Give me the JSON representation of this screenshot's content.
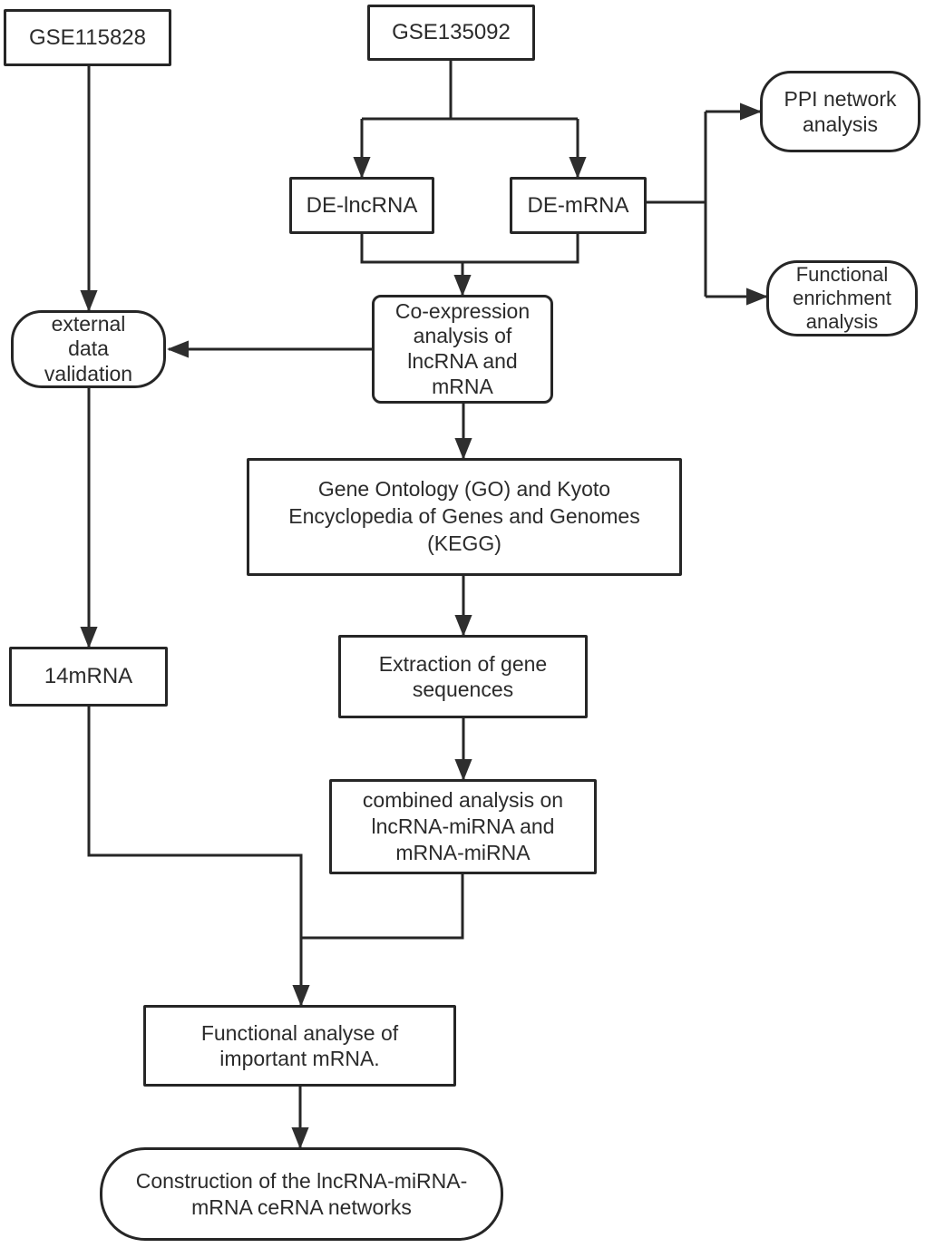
{
  "figure": {
    "type": "flowchart",
    "background": "#ffffff",
    "line_color": "#262626",
    "text_color": "#2b2b2b",
    "nodes": {
      "gse115828": {
        "label": "GSE115828",
        "shape": "rect"
      },
      "gse135092": {
        "label": "GSE135092",
        "shape": "rect"
      },
      "de_lncrna": {
        "label": "DE-lncRNA",
        "shape": "rect"
      },
      "de_mrna": {
        "label": "DE-mRNA",
        "shape": "rect"
      },
      "ppi_network": {
        "label": "PPI network\nanalysis",
        "shape": "stadium"
      },
      "functional_enrichment": {
        "label": "Functional\nenrichment\nanalysis",
        "shape": "stadium"
      },
      "external_validation": {
        "label": "external\ndata\nvalidation",
        "shape": "stadium"
      },
      "coexpression": {
        "label": "Co-expression\nanalysis of\nlncRNA and\nmRNA",
        "shape": "rounded-rect"
      },
      "go_kegg": {
        "label": "Gene Ontology (GO) and Kyoto\nEncyclopedia of Genes and Genomes\n(KEGG)",
        "shape": "rect"
      },
      "extraction": {
        "label": "Extraction of gene\nsequences",
        "shape": "rect"
      },
      "mrna14": {
        "label": "14mRNA",
        "shape": "rect"
      },
      "combined_analysis": {
        "label": "combined analysis on\nlncRNA-miRNA and\nmRNA-miRNA",
        "shape": "rect"
      },
      "functional_analyse": {
        "label": "Functional analyse of\nimportant mRNA.",
        "shape": "rect"
      },
      "construction_cerna": {
        "label": "Construction of the lncRNA-miRNA-\nmRNA ceRNA networks",
        "shape": "stadium"
      }
    },
    "edges": [
      "GSE115828 -> external data validation",
      "GSE135092 -> DE-lncRNA",
      "GSE135092 -> DE-mRNA",
      "DE-lncRNA + DE-mRNA -> Co-expression analysis of lncRNA and mRNA",
      "DE-mRNA -> PPI network analysis",
      "DE-mRNA -> Functional enrichment analysis",
      "Co-expression analysis -> external data validation",
      "Co-expression analysis -> GO and KEGG",
      "GO and KEGG -> Extraction of gene sequences",
      "Extraction of gene sequences -> combined analysis on lncRNA-miRNA and mRNA-miRNA",
      "external data validation -> 14mRNA",
      "14mRNA + combined analysis -> Functional analyse of important mRNA.",
      "Functional analyse of important mRNA. -> Construction of the lncRNA-miRNA-mRNA ceRNA networks"
    ]
  }
}
